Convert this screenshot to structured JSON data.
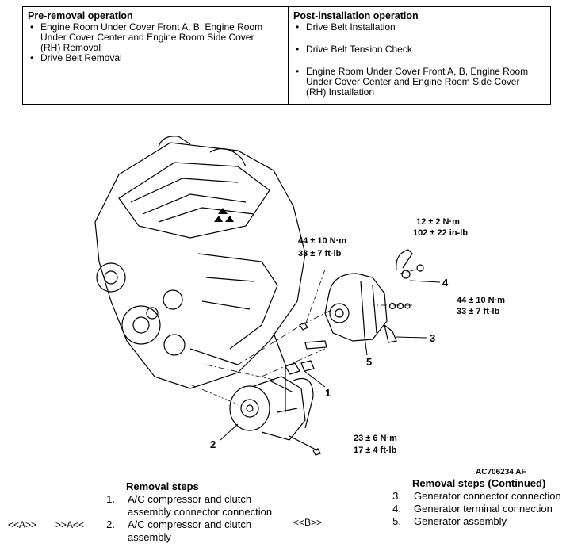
{
  "pre_removal": {
    "heading": "Pre-removal operation",
    "items": [
      "Engine Room Under Cover Front A, B, Engine Room Under Cover Center and Engine Room Side Cover (RH) Removal",
      "Drive Belt Removal"
    ]
  },
  "post_installation": {
    "heading": "Post-installation operation",
    "items": [
      "Drive Belt Installation",
      "Drive Belt Tension Check",
      "Engine Room Under Cover Front A, B, Engine Room Under Cover Center and Engine Room Side Cover (RH) Installation"
    ]
  },
  "diagram": {
    "torques": {
      "t1": [
        "12 ± 2 N·m",
        "102 ± 22 in-lb"
      ],
      "t2": [
        "44 ± 10 N·m",
        "33 ± 7 ft-lb"
      ],
      "t3": [
        "44 ± 10 N·m",
        "33 ± 7 ft-lb"
      ],
      "t4": [
        "23 ± 6 N·m",
        "17 ± 4 ft-lb"
      ]
    },
    "callouts": [
      "1",
      "2",
      "3",
      "4",
      "5"
    ],
    "figure_id": "AC706234 AF"
  },
  "removal_steps": {
    "title": "Removal steps",
    "steps": [
      {
        "num": "1.",
        "text": "A/C compressor and clutch assembly connector connection"
      },
      {
        "num": "2.",
        "text": "A/C compressor and clutch assembly"
      }
    ],
    "refs": [
      "<<A>>",
      ">>A<<"
    ]
  },
  "removal_steps_continued": {
    "title": "Removal steps (Continued)",
    "steps": [
      {
        "num": "3.",
        "text": "Generator connector connection"
      },
      {
        "num": "4.",
        "text": "Generator terminal connection"
      },
      {
        "num": "5.",
        "text": "Generator assembly"
      }
    ],
    "refs": [
      "<<B>>"
    ]
  }
}
